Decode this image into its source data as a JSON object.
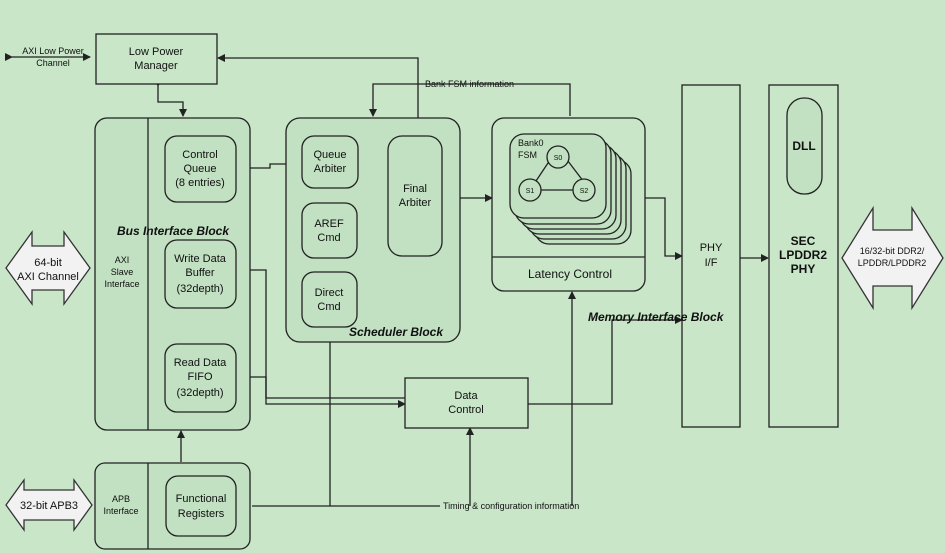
{
  "labels": {
    "axi_low_power_channel": [
      "AXI Low Power",
      "Channel"
    ],
    "low_power_manager": [
      "Low Power",
      "Manager"
    ],
    "bank_fsm_information": "Bank FSM information",
    "axi_slave_interface": [
      "AXI",
      "Slave",
      "Interface"
    ],
    "bus_interface_block": "Bus Interface Block",
    "control_queue": [
      "Control",
      "Queue",
      "(8 entries)"
    ],
    "write_data_buffer": [
      "Write Data",
      "Buffer",
      "(32depth)"
    ],
    "read_data_fifo": [
      "Read Data",
      "FIFO",
      "(32depth)"
    ],
    "queue_arbiter": [
      "Queue",
      "Arbiter"
    ],
    "aref_cmd": [
      "AREF",
      "Cmd"
    ],
    "direct_cmd": [
      "Direct",
      "Cmd"
    ],
    "final_arbiter": [
      "Final",
      "Arbiter"
    ],
    "scheduler_block": "Scheduler Block",
    "bank_fsm": [
      "Bank0",
      "FSM"
    ],
    "fsm_states": [
      "S0",
      "S1",
      "S2"
    ],
    "latency_control": "Latency Control",
    "memory_interface_block": "Memory Interface Block",
    "data_control": [
      "Data",
      "Control"
    ],
    "phy_if": [
      "PHY",
      "I/F"
    ],
    "dll": "DLL",
    "sec_lpddr2_phy": [
      "SEC",
      "LPDDR2",
      "PHY"
    ],
    "ddr_channel": [
      "16/32-bit DDR2/",
      "LPDDR/LPDDR2"
    ],
    "axi_channel": [
      "64-bit",
      "AXI Channel"
    ],
    "apb_port": "32-bit APB3",
    "apb_interface": [
      "APB",
      "Interface"
    ],
    "functional_registers": [
      "Functional",
      "Registers"
    ],
    "timing_config_information": "Timing & configuration information"
  }
}
